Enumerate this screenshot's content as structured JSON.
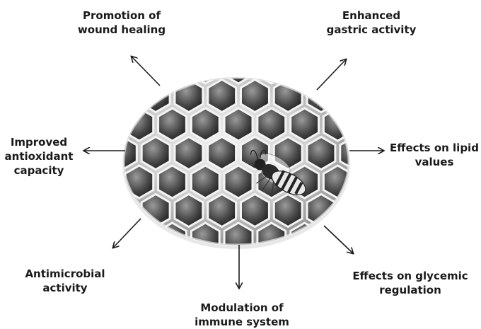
{
  "effects": {
    "wound_healing": "Promotion of\nwound healing",
    "gastric": "Enhanced\ngastric activity",
    "antioxidant": "Improved\nantioxidant\ncapacity",
    "lipid": "Effects on lipid\nvalues",
    "antimicrobial": "Antimicrobial\nactivity",
    "glycemic": "Effects on glycemic\nregulation",
    "immune": "Modulation of\nimmune system"
  },
  "colors": {
    "arrow": "#1a1a1a",
    "comb_light": "#eeeeee",
    "comb_dark": "#3a3a3a"
  }
}
